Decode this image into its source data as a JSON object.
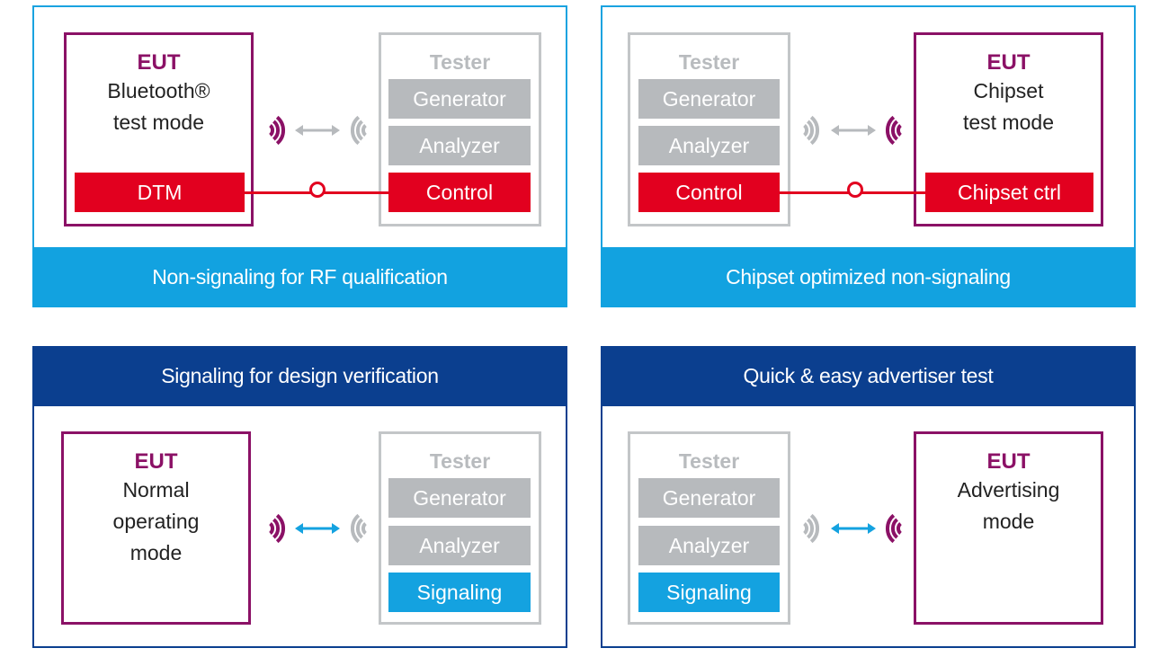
{
  "colors": {
    "eut": "#8b1166",
    "control": "#e2001f",
    "signaling": "#14a2e0",
    "tester": "#b7babd",
    "nonsignaling_band": "#12a2e0",
    "signaling_band": "#0b3f8f"
  },
  "panels": [
    {
      "caption": "Non-signaling for RF qualification",
      "eut": {
        "title": "EUT",
        "lines": [
          "Bluetooth®",
          "test mode"
        ],
        "control": "DTM"
      },
      "tester": {
        "title": "Tester",
        "rows": [
          "Generator",
          "Analyzer",
          "Control"
        ]
      }
    },
    {
      "caption": "Chipset optimized non-signaling",
      "eut": {
        "title": "EUT",
        "lines": [
          "Chipset",
          "test mode"
        ],
        "control": "Chipset ctrl"
      },
      "tester": {
        "title": "Tester",
        "rows": [
          "Generator",
          "Analyzer",
          "Control"
        ]
      }
    },
    {
      "caption": "Signaling for design verification",
      "eut": {
        "title": "EUT",
        "lines": [
          "Normal",
          "operating",
          "mode"
        ]
      },
      "tester": {
        "title": "Tester",
        "rows": [
          "Generator",
          "Analyzer",
          "Signaling"
        ]
      }
    },
    {
      "caption": "Quick & easy advertiser test",
      "eut": {
        "title": "EUT",
        "lines": [
          "Advertising",
          "mode"
        ]
      },
      "tester": {
        "title": "Tester",
        "rows": [
          "Generator",
          "Analyzer",
          "Signaling"
        ]
      }
    }
  ]
}
